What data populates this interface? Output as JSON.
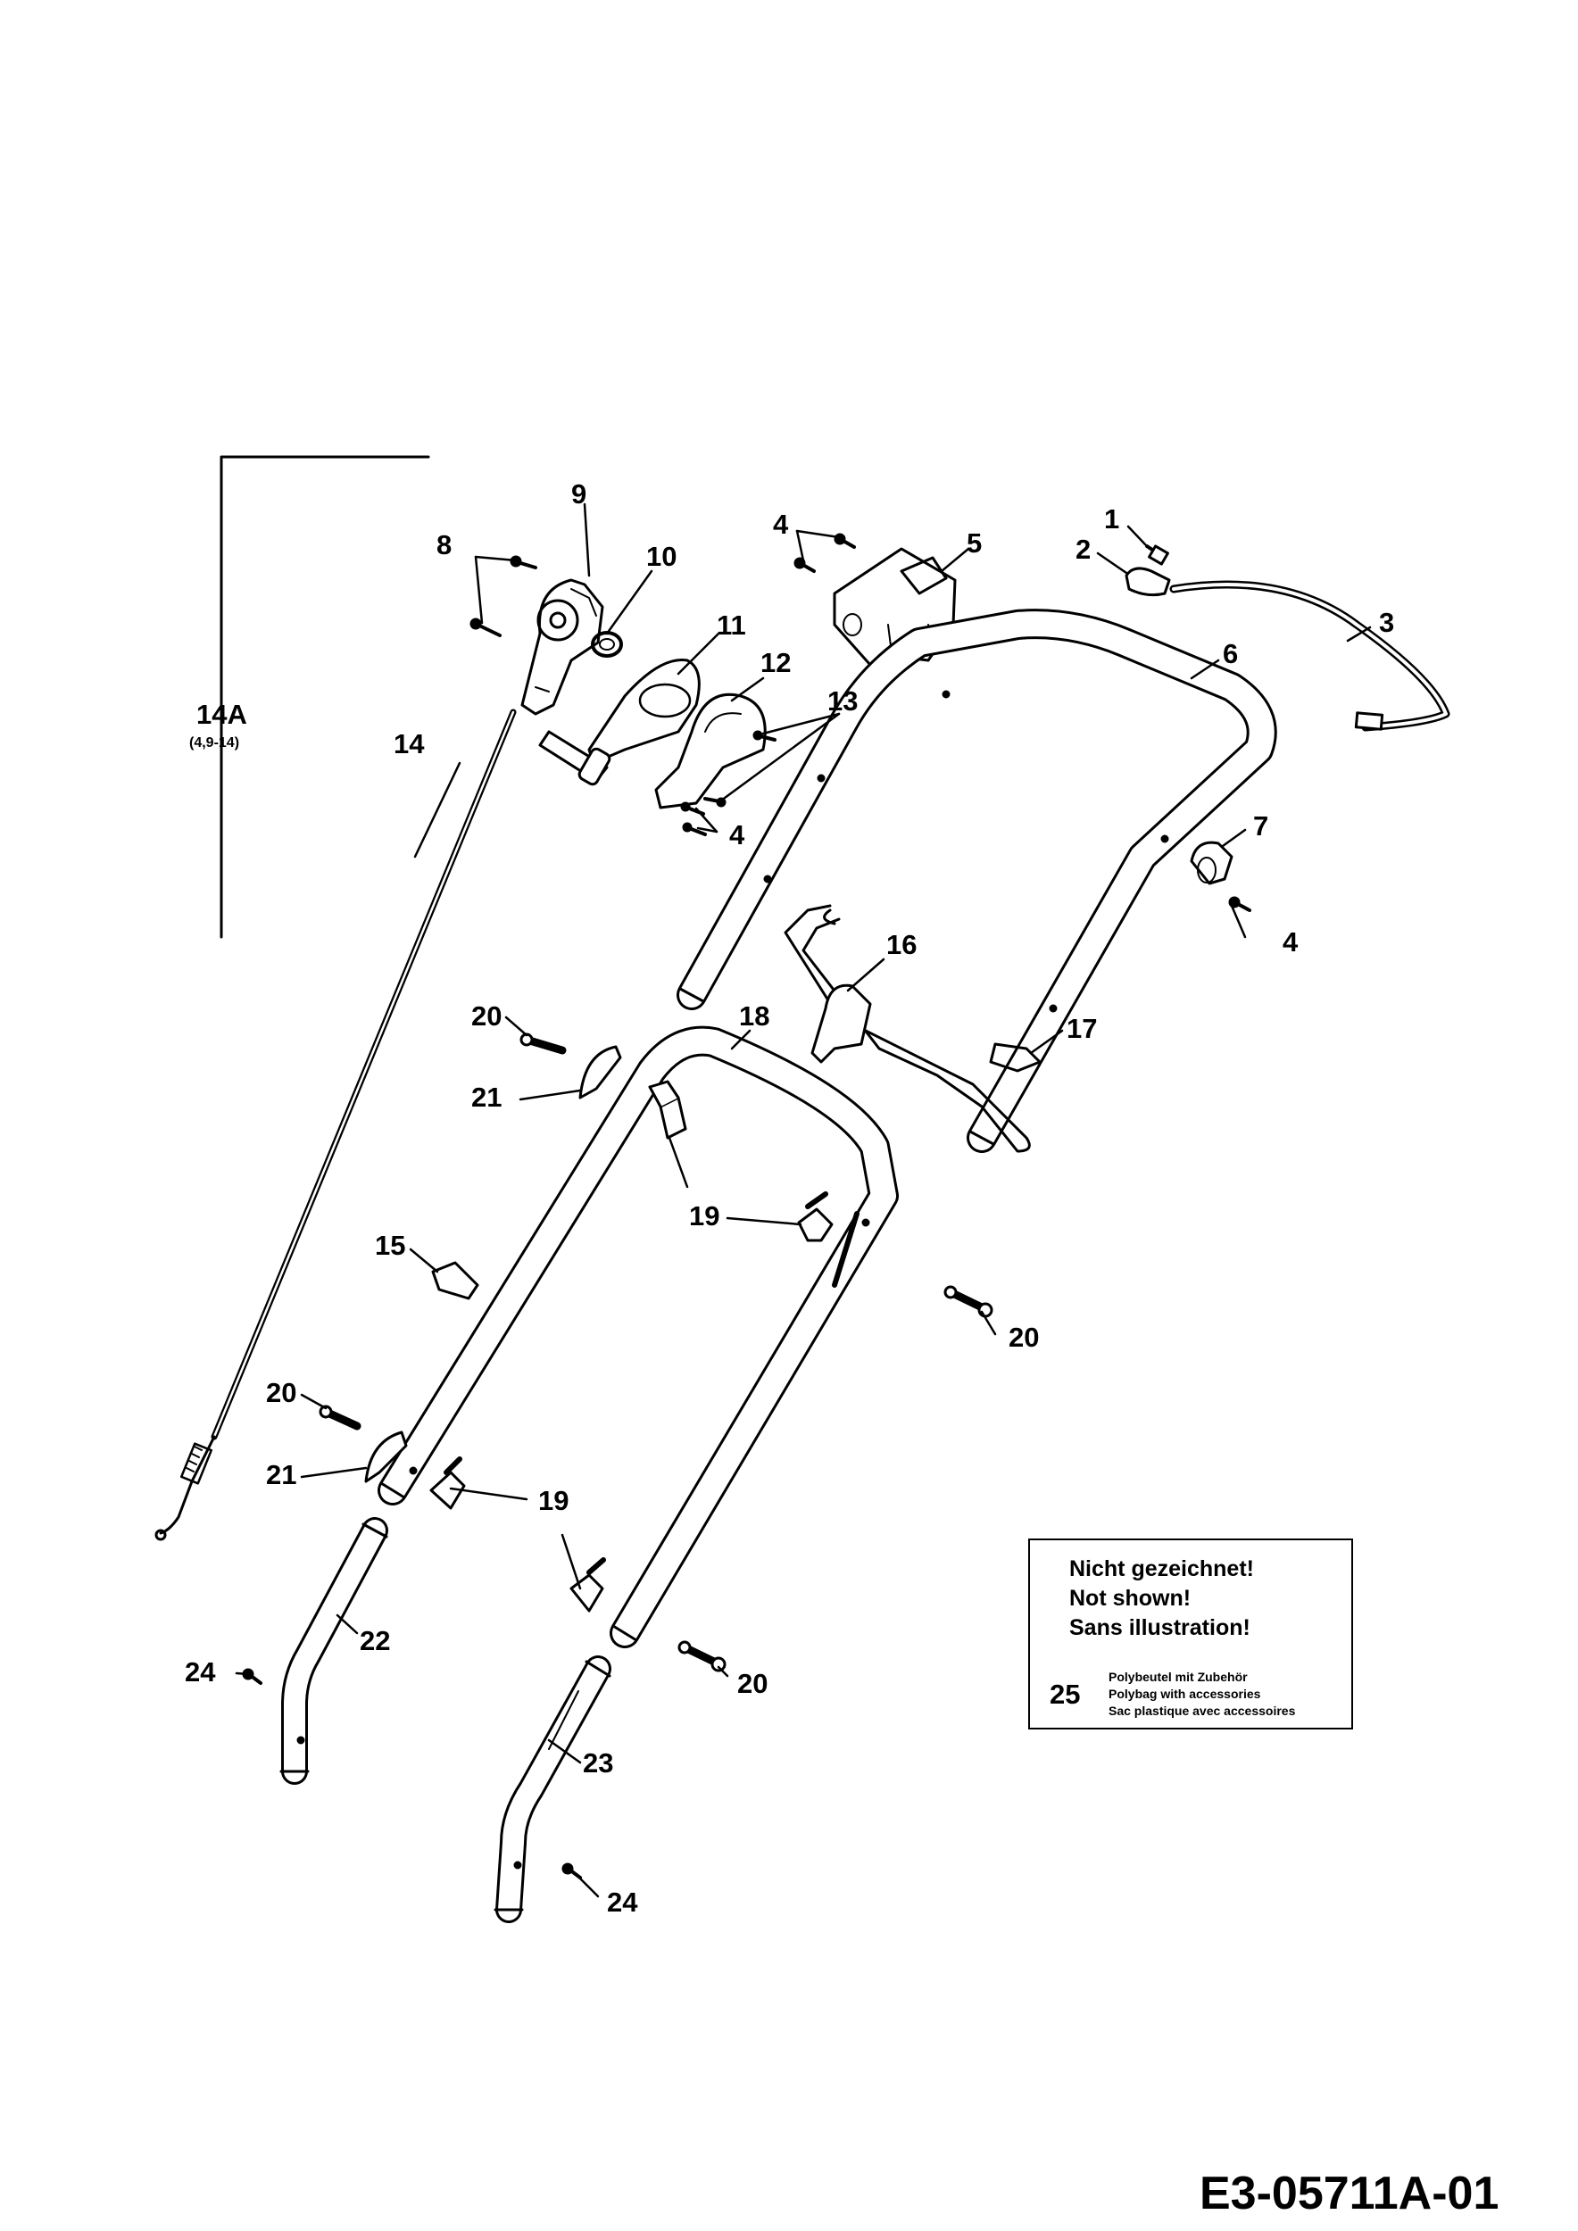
{
  "labels": {
    "p1": "1",
    "p2": "2",
    "p3": "3",
    "p4a": "4",
    "p4b": "4",
    "p4c": "4",
    "p5": "5",
    "p6": "6",
    "p7": "7",
    "p8": "8",
    "p9": "9",
    "p10": "10",
    "p11": "11",
    "p12": "12",
    "p13": "13",
    "p14": "14",
    "p14a": "14A",
    "p14a_range": "(4,9-14)",
    "p15": "15",
    "p16": "16",
    "p17": "17",
    "p18": "18",
    "p19a": "19",
    "p19b": "19",
    "p20a": "20",
    "p20b": "20",
    "p20c": "20",
    "p20d": "20",
    "p21a": "21",
    "p21b": "21",
    "p22": "22",
    "p23": "23",
    "p24a": "24",
    "p24b": "24"
  },
  "note": {
    "line1": "Nicht gezeichnet!",
    "line2": "Not shown!",
    "line3": "Sans illustration!",
    "item_number": "25",
    "item_de": "Polybeutel mit Zubehör",
    "item_en": "Polybag with accessories",
    "item_fr": "Sac plastique avec accessoires"
  },
  "drawing_code": "E3-05711A-01",
  "colors": {
    "ink": "#000000",
    "paper": "#ffffff"
  }
}
